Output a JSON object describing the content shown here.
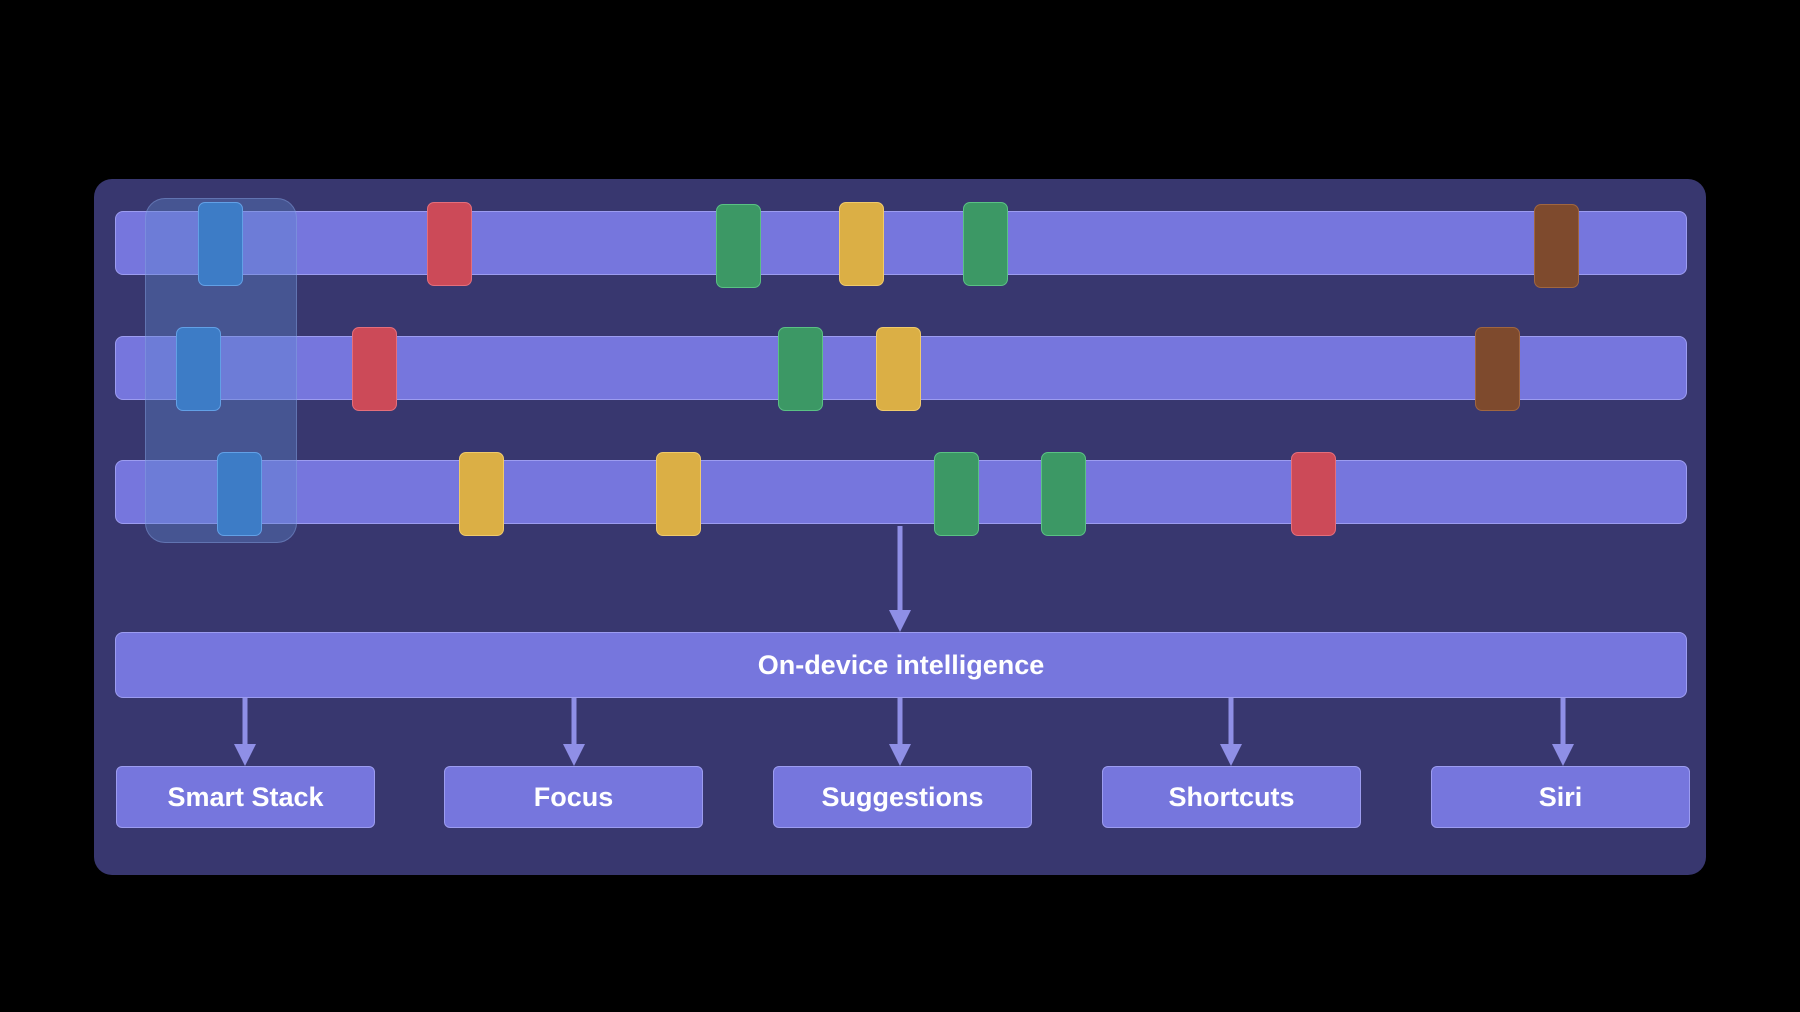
{
  "diagram": {
    "intelligence_label": "On-device intelligence",
    "outputs": [
      "Smart Stack",
      "Focus",
      "Suggestions",
      "Shortcuts",
      "Siri"
    ],
    "colors": {
      "background": "#000000",
      "panel": "#38376f",
      "track": "#7676dd",
      "event_blue": "#3d7cc6",
      "event_red": "#cc4a58",
      "event_green": "#3c9865",
      "event_yellow": "#dbaf45",
      "event_brown": "#7e4a2d"
    },
    "tracks": [
      {
        "events": [
          "blue",
          "red",
          "green",
          "yellow",
          "green",
          "brown"
        ]
      },
      {
        "events": [
          "blue",
          "red",
          "green",
          "yellow",
          "brown"
        ]
      },
      {
        "events": [
          "blue",
          "yellow",
          "yellow",
          "green",
          "green",
          "red"
        ]
      }
    ]
  }
}
